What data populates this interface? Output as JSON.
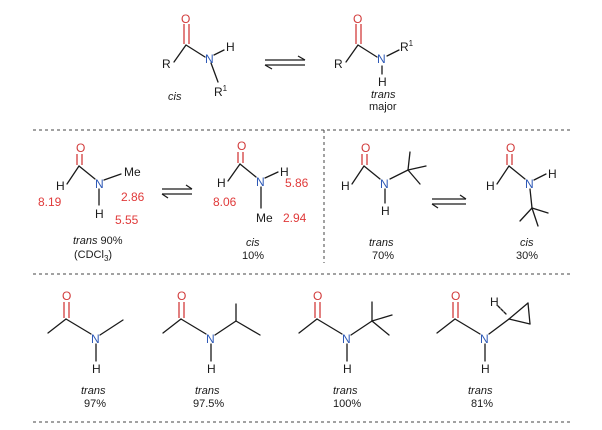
{
  "colors": {
    "oxygen": "#d23b3b",
    "nitrogen": "#2b57b5",
    "shift": "#e03a3a",
    "bond": "#1a1a1a"
  },
  "atoms": {
    "O": "O",
    "N": "N",
    "H": "H",
    "R": "R",
    "R1_base": "R",
    "sup1": "1",
    "Me": "Me"
  },
  "top": {
    "cis_label": "cis",
    "trans_label": "trans",
    "major_label": "major"
  },
  "row2": {
    "nmf_trans": {
      "label": "trans",
      "percent": "90%",
      "solvent_open": "(CDCl",
      "solvent_sub": "3",
      "solvent_close": ")",
      "shift_ch": "8.19",
      "shift_me": "2.86",
      "shift_nh": "5.55"
    },
    "nmf_cis": {
      "label": "cis",
      "percent": "10%",
      "shift_ch": "8.06",
      "shift_nh": "5.86",
      "shift_me": "2.94"
    },
    "tbu_trans": {
      "label": "trans",
      "percent": "70%"
    },
    "tbu_cis": {
      "label": "cis",
      "percent": "30%"
    }
  },
  "row3": [
    {
      "label": "trans",
      "percent": "97%"
    },
    {
      "label": "trans",
      "percent": "97.5%"
    },
    {
      "label": "trans",
      "percent": "100%"
    },
    {
      "label": "trans",
      "percent": "81%"
    }
  ]
}
